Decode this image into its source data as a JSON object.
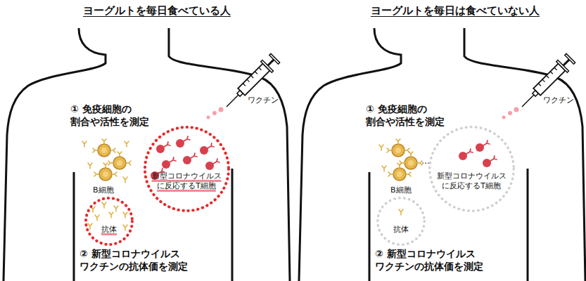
{
  "diagram": {
    "nodes": [
      {
        "text": [
          "新型コロナウイルス に反応するT細胞"
        ]
      },
      {
        "text": [
          "抗体"
        ]
      },
      {
        "text": [
          "新型コロナウイルス に反応するT細胞"
        ]
      },
      {
        "text": [
          "抗体"
        ]
      }
    ],
    "labels": [
      "ヨーグルトを毎日食べている人",
      "ワクチン",
      "① 免疫細胞の 割合や活性を測定",
      "B細胞",
      "② 新型コロナウイルス ワクチンの抗体価を測定",
      "ヨーグルトを毎日は食べていない人",
      "ワクチン",
      "① 免疫細胞の 割合や活性を測定",
      "…",
      "B細胞",
      "② 新型コロナウイルス ワクチンの抗体価を測定"
    ]
  }
}
